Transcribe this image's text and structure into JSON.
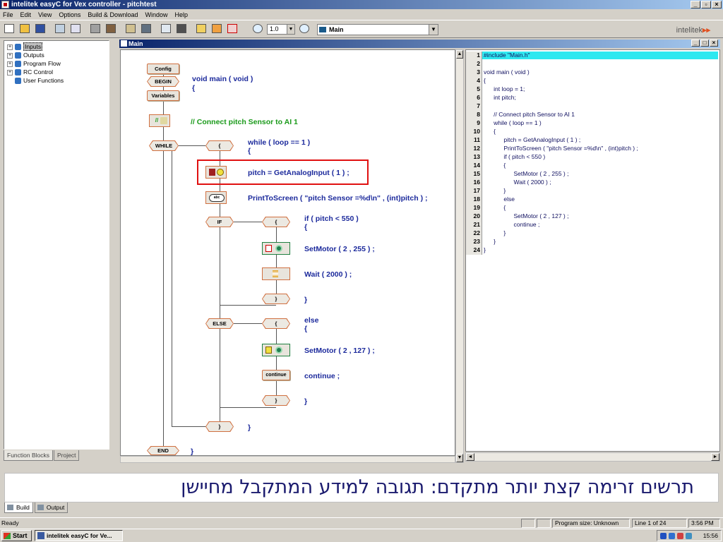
{
  "window": {
    "title": "intelitek easyC for Vex controller - pitchtest"
  },
  "menu": [
    "File",
    "Edit",
    "View",
    "Options",
    "Build & Download",
    "Window",
    "Help"
  ],
  "toolbar": {
    "zoom": "1.0",
    "function_select": "Main",
    "brand_a": "intelitek",
    "brand_b": "▸▸"
  },
  "tree": {
    "items": [
      "Inputs",
      "Outputs",
      "Program Flow",
      "RC Control",
      "User Functions"
    ]
  },
  "panel_tabs": [
    "Function Blocks",
    "Project"
  ],
  "child_window": {
    "title": "Main"
  },
  "flow": {
    "blocks": {
      "config": "Config",
      "begin": "BEGIN",
      "variables": "Variables",
      "comment": "//",
      "while": "WHILE",
      "brace_open": "{",
      "brace_close": "}",
      "if": "IF",
      "else": "ELSE",
      "continue": "continue",
      "end": "END",
      "print": "abc"
    },
    "labels": {
      "main": "void main ( void )",
      "open": "{",
      "comment": "// Connect pitch Sensor to AI 1",
      "while1": "while ( loop == 1 )",
      "while2": "{",
      "pitch": "pitch = GetAnalogInput ( 1 ) ;",
      "print": "PrintToScreen ( \"pitch Sensor =%d\\n\" , (int)pitch ) ;",
      "if1": "if ( pitch < 550 )",
      "if2": "{",
      "setmotor1": "SetMotor ( 2 , 255 ) ;",
      "wait": "Wait ( 2000 ) ;",
      "close_if": "}",
      "else1": "else",
      "else2": "{",
      "setmotor2": "SetMotor ( 2 , 127 ) ;",
      "continue": "continue ;",
      "close_else": "}",
      "close_while": "}",
      "close_main": "}"
    }
  },
  "code": {
    "lines": [
      {
        "n": "1",
        "t": "#include \"Main.h\""
      },
      {
        "n": "2",
        "t": ""
      },
      {
        "n": "3",
        "t": "void main ( void )"
      },
      {
        "n": "4",
        "t": "{"
      },
      {
        "n": "5",
        "t": "      int loop = 1;"
      },
      {
        "n": "6",
        "t": "      int pitch;"
      },
      {
        "n": "7",
        "t": ""
      },
      {
        "n": "8",
        "t": "      // Connect pitch Sensor to AI 1"
      },
      {
        "n": "9",
        "t": "      while ( loop == 1 )"
      },
      {
        "n": "10",
        "t": "      {"
      },
      {
        "n": "11",
        "t": "            pitch = GetAnalogInput ( 1 ) ;"
      },
      {
        "n": "12",
        "t": "            PrintToScreen ( \"pitch Sensor =%d\\n\" , (int)pitch ) ;"
      },
      {
        "n": "13",
        "t": "            if ( pitch < 550 )"
      },
      {
        "n": "14",
        "t": "            {"
      },
      {
        "n": "15",
        "t": "                  SetMotor ( 2 , 255 ) ;"
      },
      {
        "n": "16",
        "t": "                  Wait ( 2000 ) ;"
      },
      {
        "n": "17",
        "t": "            }"
      },
      {
        "n": "18",
        "t": "            else"
      },
      {
        "n": "19",
        "t": "            {"
      },
      {
        "n": "20",
        "t": "                  SetMotor ( 2 , 127 ) ;"
      },
      {
        "n": "21",
        "t": "                  continue ;"
      },
      {
        "n": "22",
        "t": "            }"
      },
      {
        "n": "23",
        "t": "      }"
      },
      {
        "n": "24",
        "t": "}"
      }
    ]
  },
  "overlay": {
    "text": "תרשים זרימה קצת יותר מתקדם: תגובה למידע המתקבל מחיישן"
  },
  "bottom_tabs": [
    "Build",
    "Output"
  ],
  "status": {
    "ready": "Ready",
    "program_size": "Program size: Unknown",
    "line": "Line   1  of   24",
    "time": "3:56 PM"
  },
  "taskbar": {
    "start": "Start",
    "task": "intelitek easyC for Ve...",
    "clock": "15:56"
  },
  "colors": {
    "title_blue": "#0a246a",
    "block_border": "#d07040",
    "code_blue": "#1c2a9c",
    "comment_green": "#1a9a1a",
    "highlight_red": "#e01010",
    "line1_cyan": "#2fe8f0"
  }
}
